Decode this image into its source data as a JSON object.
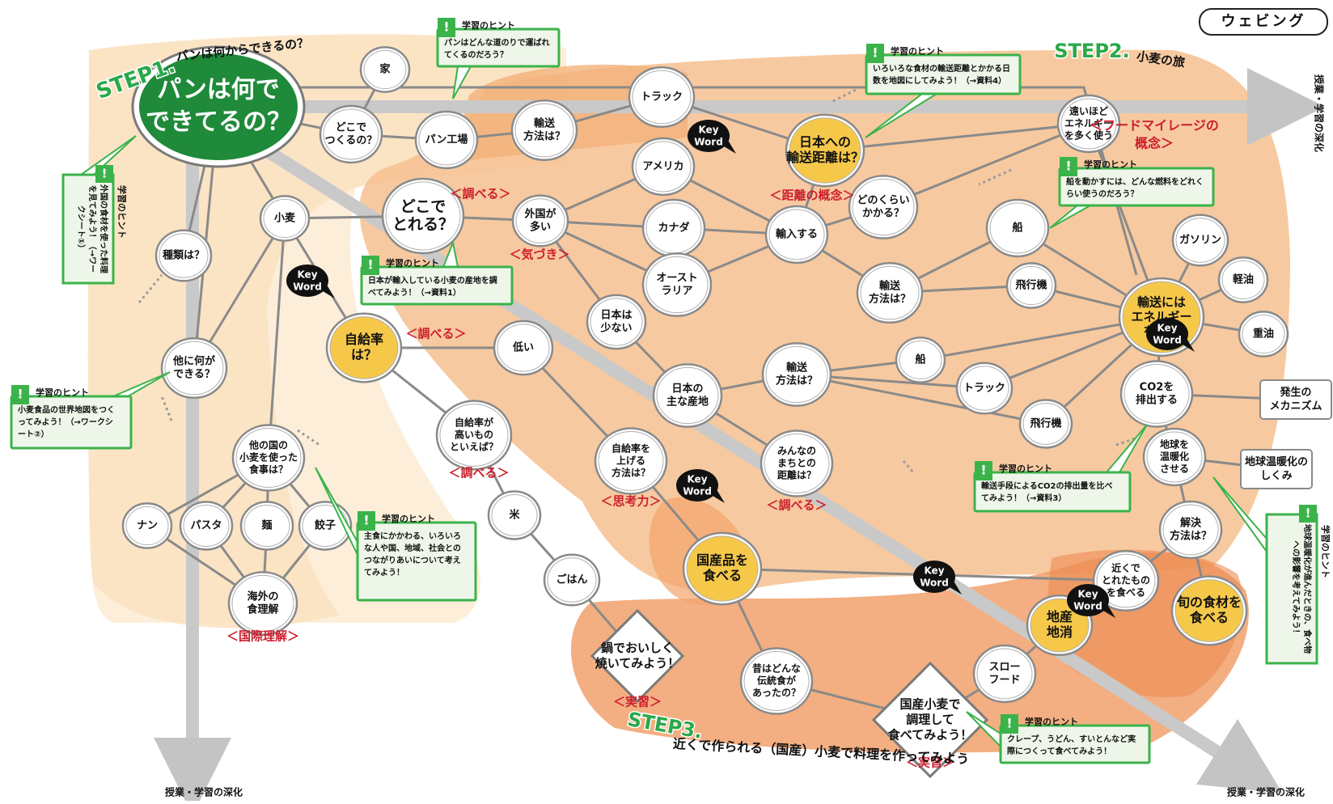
{
  "title_tab": "ウェビング",
  "steps": {
    "step1": {
      "label": "STEP1.",
      "title": "パンは何からできるの？"
    },
    "step2": {
      "label": "STEP2.",
      "title": "小麦の旅"
    },
    "step3": {
      "label": "STEP3.",
      "title": "近くで作られる（国産）小麦で料理を作ってみよう"
    }
  },
  "keyword_badge": "Key Word",
  "hint_title": "学習のヒント",
  "nodes": {
    "main": "パンは何でできてるの？",
    "ie": "家",
    "dokode_tsukuru": "どこでつくるの？",
    "pankojo": "パン工場",
    "yuso1": "輸送方法は？",
    "truck1": "トラック",
    "dokode_toreru": "どこでとれる？",
    "komugi": "小麦",
    "shurui": "種類は？",
    "hokani": "他に何ができる？",
    "gaikoku": "外国が多い",
    "america": "アメリカ",
    "canada": "カナダ",
    "australia": "オーストラリア",
    "nihon_sukunai": "日本は少ない",
    "yunyu": "輸入する",
    "kyori": "日本への輸送距離は？",
    "dorekurai": "どのくらいかかる？",
    "tooi": "遠いほどエネルギーを多く使う",
    "fune1": "船",
    "hikoki1": "飛行機",
    "yuso2": "輸送方法は？",
    "energy": "輸送にはエネルギーを使う",
    "gasoline": "ガソリン",
    "keiyu": "軽油",
    "juyu": "重油",
    "co2": "CO2を排出する",
    "hassei": "発生のメカニズム",
    "ondanka": "地球を温暖化させる",
    "ondanka_shikumi": "地球温暖化のしくみ",
    "kaiketsu": "解決方法は？",
    "chikaku": "近くでとれたものを食べる",
    "shun": "旬の食材を食べる",
    "chisan": "地産地消",
    "slowfood": "スローフード",
    "jikyuritsu": "自給率は？",
    "hikui": "低い",
    "takai": "自給率が高いものといえば？",
    "kome": "米",
    "gohan": "ごはん",
    "ageru": "自給率を上げる方法は？",
    "kokusan": "国産品を食べる",
    "shuyo": "日本の主な産地",
    "yuso3": "輸送方法は？",
    "fune2": "船",
    "truck2": "トラック",
    "hikoki2": "飛行機",
    "minna": "みんなのまちとの距離は？",
    "tanokuni": "他の国の小麦を使った食事は？",
    "naan": "ナン",
    "pasta": "パスタ",
    "men": "麺",
    "gyoza": "餃子",
    "kaigai": "海外の食理解",
    "nabe": "鍋でおいしく焼いてみよう！",
    "mukashi": "昔はどんな伝統食があったの？",
    "kokusan_komugi": "国産小麦で調理して食べてみよう！"
  },
  "tags": {
    "shiraberu": "＜調べる＞",
    "kizuki": "＜気づき＞",
    "kyori_gainen": "＜距離の概念＞",
    "food_mileage": "＜フードマイレージの概念＞",
    "shikoryoku": "＜思考力＞",
    "kokusai_rikai": "＜国際理解＞",
    "jisshu": "＜実習＞"
  },
  "hints": {
    "h1": "パンはどんな道のりで運ばれてくるのだろう？",
    "h2": "いろいろな食材の輸送距離とかかる日数を地図にしてみよう！（→資料4）",
    "h3": "船を動かすには、どんな燃料をどれくらい使うのだろう？",
    "h4": "日本が輸入している小麦の産地を調べてみよう！（→資料1）",
    "h5": "小麦食品の世界地図をつくってみよう！（→ワークシート②）",
    "h6": "主食にかかわる、いろいろな人や国、地域、社会とのつながりあいについて考えてみよう！",
    "h7": "輸送手段によるCO2の排出量を比べてみよう！（→資料3）",
    "h8": "クレープ、うどん、すいとんなど実際につくって食べてみよう！",
    "h9v": "外国の食材を使った料理を見てみよう！（→ワークシート①）",
    "h10v": "地球温暖化が進んだときの、食べ物への影響を考えてみよう！"
  },
  "axis_labels": {
    "right_top": "授業・学習の深化",
    "bottom_left": "授業・学習の深化",
    "bottom_right": "授業・学習の深化"
  },
  "colors": {
    "zone1": "#fbe3c2",
    "zone2": "#f6c08f",
    "zone3": "#f09a62",
    "main_green": "#1f8a3a",
    "yellow": "#f5c84a",
    "tag_red": "#cc1e2c",
    "hint_green": "#3bb34a",
    "step_green": "#2aa84a"
  }
}
